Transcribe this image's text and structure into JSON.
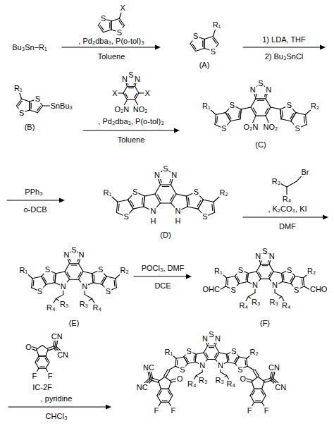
{
  "diagram": {
    "labels": [
      "Bu₃Sn−R₁",
      "S",
      "S",
      "X",
      ", Pd₂dba₃, P(o-tol)₃",
      "Toluene",
      "S",
      "S",
      "R₁",
      "(A)",
      "1) LDA, THF",
      "2) Bu₃SnCl",
      "S",
      "S",
      "R₁",
      "SnBu₃",
      "(B)",
      "N",
      "S",
      "N",
      "X",
      "X",
      "O₂N",
      "NO₂",
      ", Pd₂dba₃, P(o-tol)₃",
      "Toluene",
      "N",
      "S",
      "N",
      "R₁",
      "S",
      "S",
      "O₂N",
      "R₂",
      "S",
      "S",
      "NO₂",
      "(C)",
      "PPh₃",
      "o-DCB",
      "N",
      "S",
      "N",
      "R₁",
      "S",
      "S",
      "N",
      "H",
      "R₂",
      "S",
      "S",
      "N",
      "H",
      "(D)",
      "Br",
      "R₃",
      "R₄",
      ", K₂CO₃, KI",
      "DMF",
      "N",
      "S",
      "N",
      "R₁",
      "S",
      "S",
      "N",
      "R₃",
      "R₄",
      "R₂",
      "S",
      "S",
      "N",
      "R₃",
      "R₄",
      "(E)",
      "POCl₃, DMF",
      "DCE",
      "N",
      "S",
      "N",
      "R₁",
      "S",
      "S",
      "N",
      "R₃",
      "R₄",
      "OHC",
      "R₂",
      "S",
      "S",
      "N",
      "R₃",
      "R₄",
      "CHO",
      "(F)",
      "CN",
      "CN",
      "O",
      "F",
      "F",
      "IC-2F",
      ", pyridine",
      "CHCl₃",
      "N",
      "S",
      "N",
      "R₁",
      "S",
      "S",
      "N",
      "R₃",
      "R₄",
      "NC",
      "NC",
      "O",
      "F",
      "F",
      "R₂",
      "S",
      "S",
      "N",
      "R₃",
      "R₄",
      "CN",
      "CN",
      "O",
      "F",
      "F"
    ]
  }
}
